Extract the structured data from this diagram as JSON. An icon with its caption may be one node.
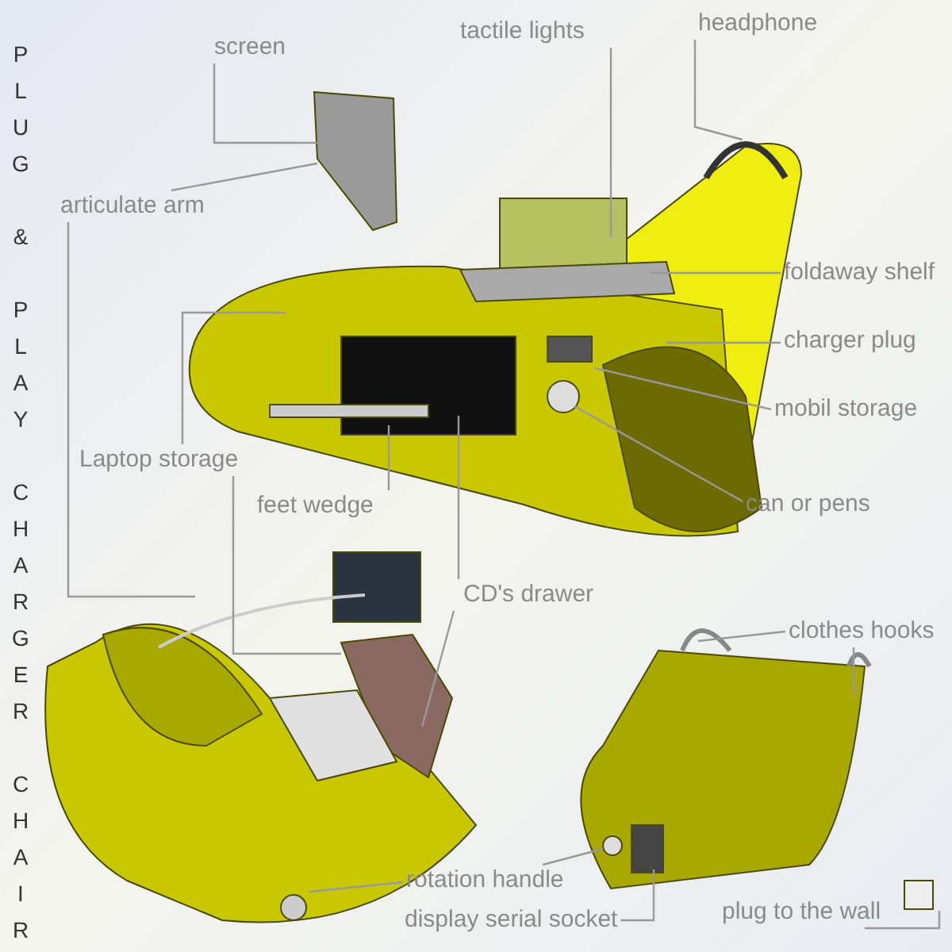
{
  "diagram": {
    "title": "PLUG & PLAY CHARGER CHAIR",
    "nodes": [
      {
        "text": [
          "screen"
        ]
      },
      {
        "text": [
          "tactile lights"
        ]
      },
      {
        "text": [
          "headphone"
        ]
      },
      {
        "text": [
          "articulate arm"
        ]
      },
      {
        "text": [
          "foldaway shelf"
        ]
      },
      {
        "text": [
          "charger plug"
        ]
      },
      {
        "text": [
          "mobil storage"
        ]
      },
      {
        "text": [
          "can or pens"
        ]
      },
      {
        "text": [
          "Laptop storage"
        ]
      },
      {
        "text": [
          "feet wedge"
        ]
      },
      {
        "text": [
          "CD's drawer"
        ]
      },
      {
        "text": [
          "clothes hooks"
        ]
      },
      {
        "text": [
          "rotation handle"
        ]
      },
      {
        "text": [
          "display serial socket"
        ]
      },
      {
        "text": [
          "plug to the wall"
        ]
      }
    ],
    "edges": [
      {
        "from": 0,
        "to": null,
        "arrow": "none"
      },
      {
        "from": 1,
        "to": null,
        "arrow": "none"
      },
      {
        "from": 2,
        "to": null,
        "arrow": "none"
      },
      {
        "from": 3,
        "to": null,
        "arrow": "none"
      },
      {
        "from": 3,
        "to": null,
        "arrow": "none"
      },
      {
        "from": 4,
        "to": null,
        "arrow": "none"
      },
      {
        "from": 5,
        "to": null,
        "arrow": "none"
      },
      {
        "from": 6,
        "to": null,
        "arrow": "none"
      },
      {
        "from": 7,
        "to": null,
        "arrow": "none"
      },
      {
        "from": 8,
        "to": null,
        "arrow": "none"
      },
      {
        "from": 8,
        "to": null,
        "arrow": "none"
      },
      {
        "from": 9,
        "to": null,
        "arrow": "none"
      },
      {
        "from": 10,
        "to": null,
        "arrow": "none"
      },
      {
        "from": 10,
        "to": null,
        "arrow": "none"
      },
      {
        "from": 11,
        "to": null,
        "arrow": "none"
      },
      {
        "from": 11,
        "to": null,
        "arrow": "none"
      },
      {
        "from": 12,
        "to": null,
        "arrow": "none"
      },
      {
        "from": 12,
        "to": null,
        "arrow": "none"
      },
      {
        "from": 13,
        "to": null,
        "arrow": "none"
      },
      {
        "from": 14,
        "to": null,
        "arrow": "none"
      }
    ]
  }
}
